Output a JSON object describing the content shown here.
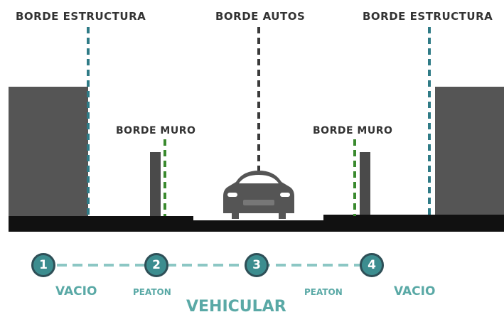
{
  "labels": {
    "top_left": "BORDE ESTRUCTURA",
    "top_center": "BORDE AUTOS",
    "top_right": "BORDE ESTRUCTURA",
    "mid_left": "BORDE MURO",
    "mid_right": "BORDE MURO"
  },
  "nodes": [
    "1",
    "2",
    "3",
    "4"
  ],
  "zones": {
    "vacio_left": "VACIO",
    "peaton_left": "PEATON",
    "vehicular": "VEHICULAR",
    "peaton_right": "PEATON",
    "vacio_right": "VACIO"
  },
  "colors": {
    "structure_gray": "#555555",
    "ground_black": "#111111",
    "teal_line": "#2f7b86",
    "green_line": "#3a8a2e",
    "dark_line": "#3a3a3a",
    "node_fill": "#3c8d8f",
    "connector": "#8cc7c4",
    "zone_text": "#5aa9a6"
  }
}
